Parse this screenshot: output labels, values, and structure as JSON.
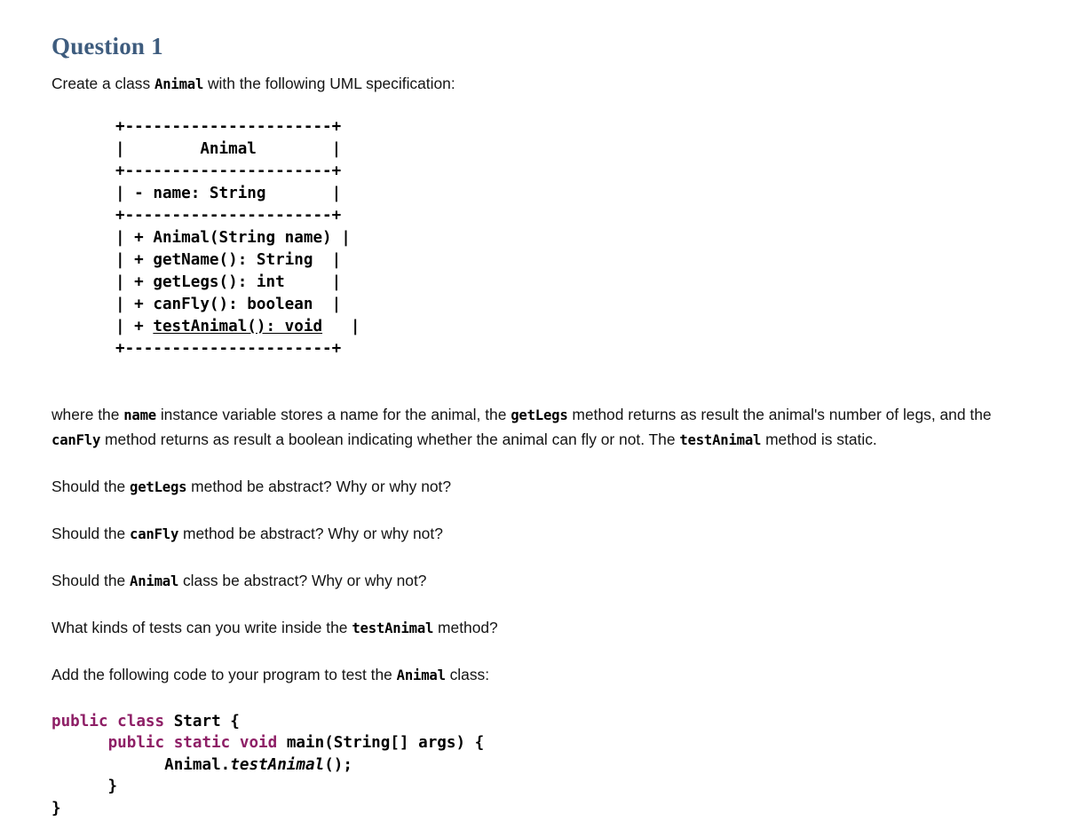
{
  "heading": "Question 1",
  "colors": {
    "heading": "#3e5c7e",
    "keyword": "#8e1f66",
    "variable": "#9c6b7e",
    "text": "#141414",
    "background": "#ffffff"
  },
  "intro": {
    "before": "Create a class ",
    "code": "Animal",
    "after": " with the following UML specification:"
  },
  "uml": {
    "border_top": "+----------------------+",
    "title_row": "|        Animal        |",
    "border_mid1": "+----------------------+",
    "field_row": "| - name: String       |",
    "border_mid2": "+----------------------+",
    "method_1": "| + Animal(String name) |",
    "method_2": "| + getName(): String  |",
    "method_3": "| + getLegs(): int     |",
    "method_4": "| + canFly(): boolean  |",
    "method_5_prefix": "| + ",
    "method_5_underlined": "testAnimal(): void",
    "method_5_suffix": "   |",
    "border_bottom": "+----------------------+"
  },
  "where_para": {
    "p1": "where the ",
    "c1": "name",
    "p2": " instance variable stores a name for the animal, the ",
    "c2": "getLegs",
    "p3": " method returns as result the animal's number of legs, and the ",
    "c3": "canFly",
    "p4": " method returns as result a boolean indicating whether the animal can fly or not. The ",
    "c4": "testAnimal",
    "p5": " method is static."
  },
  "questions": [
    {
      "p1": "Should the ",
      "c1": "getLegs",
      "p2": " method be abstract? Why or why not?"
    },
    {
      "p1": "Should the ",
      "c1": "canFly",
      "p2": " method be abstract? Why or why not?"
    },
    {
      "p1": "Should the ",
      "c1": "Animal",
      "p2": " class be abstract? Why or why not?"
    },
    {
      "p1": "What kinds of tests can you write inside the ",
      "c1": "testAnimal",
      "p2": " method?"
    }
  ],
  "addcode": {
    "p1": "Add the following code to your program to test the ",
    "c1": "Animal",
    "p2": " class:"
  },
  "code": {
    "l1_kw1": "public class",
    "l1_name": " Start {",
    "l2_indent": "      ",
    "l2_kw": "public static void",
    "l2_rest": " main(String[] args) {",
    "l3_indent": "            ",
    "l3_obj": "Animal.",
    "l3_method": "testAnimal",
    "l3_tail": "();",
    "l4": "      }",
    "l5": "}"
  }
}
